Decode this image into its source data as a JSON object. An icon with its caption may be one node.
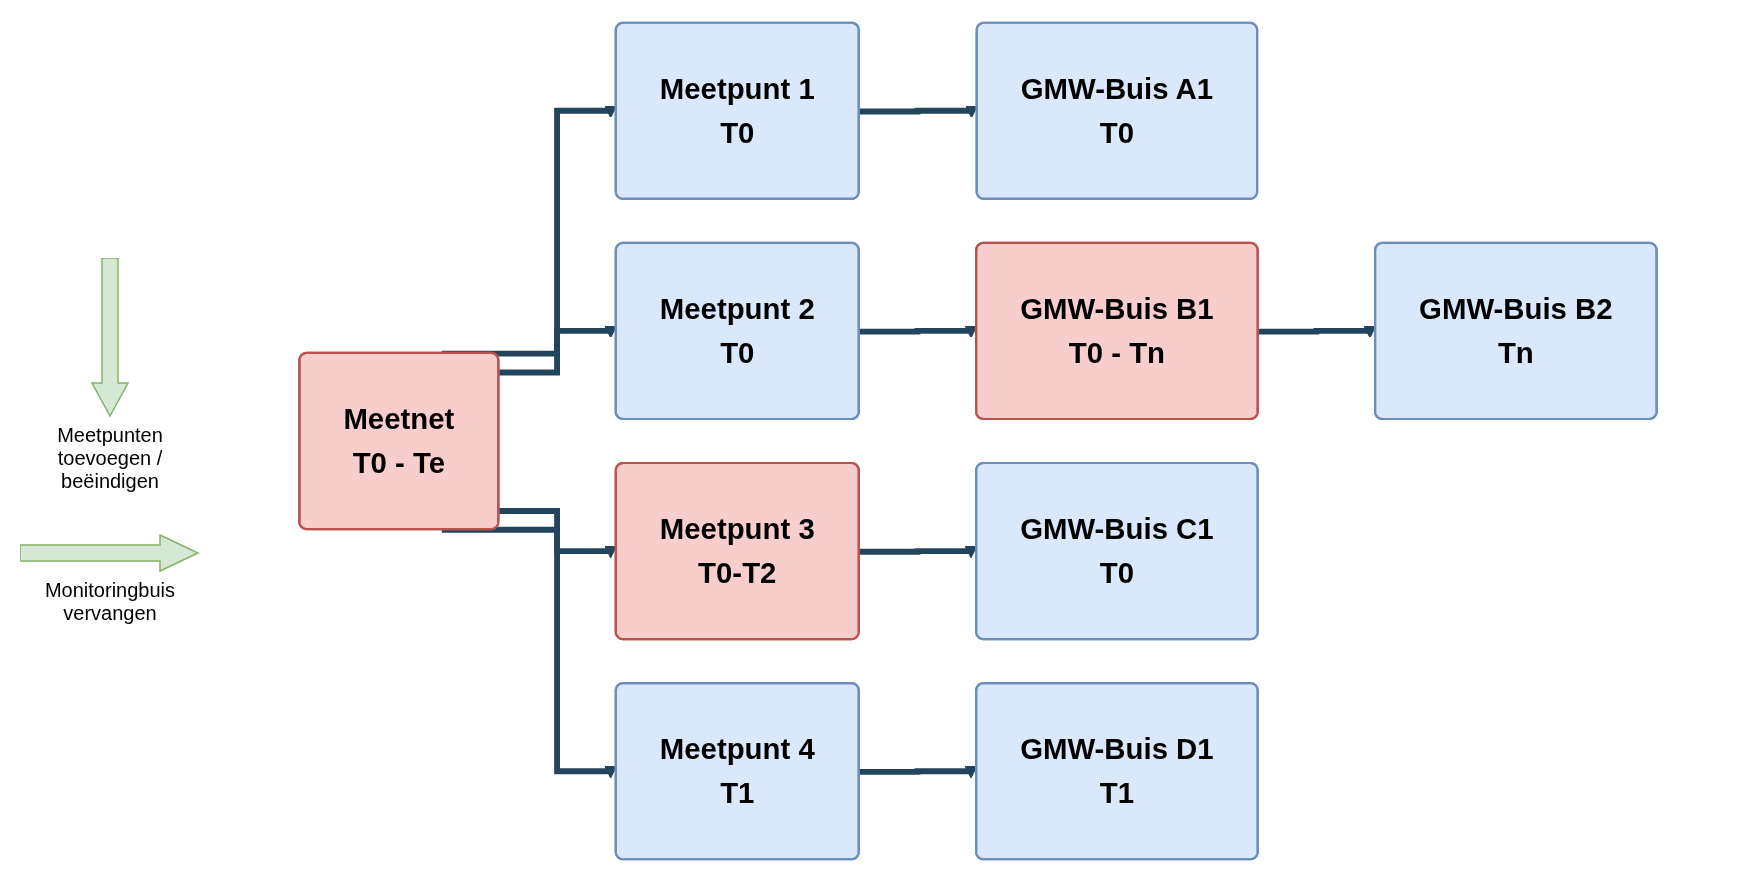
{
  "diagram": {
    "nodes": [
      {
        "text": [
          "Meetnet",
          "T0 - Te"
        ]
      },
      {
        "text": [
          "Meetpunt 1",
          "T0"
        ]
      },
      {
        "text": [
          "GMW-Buis A1",
          "T0"
        ]
      },
      {
        "text": [
          "Meetpunt 2",
          "T0"
        ]
      },
      {
        "text": [
          "GMW-Buis B1",
          "T0 - Tn"
        ]
      },
      {
        "text": [
          "GMW-Buis B2",
          "Tn"
        ]
      },
      {
        "text": [
          "Meetpunt 3",
          "T0-T2"
        ]
      },
      {
        "text": [
          "GMW-Buis C1",
          "T0"
        ]
      },
      {
        "text": [
          "Meetpunt 4",
          "T1"
        ]
      },
      {
        "text": [
          "GMW-Buis D1",
          "T1"
        ]
      }
    ],
    "edges": [
      {
        "from": 0,
        "to": 1,
        "arrow": "to"
      },
      {
        "from": 0,
        "to": 3,
        "arrow": "to"
      },
      {
        "from": 0,
        "to": 6,
        "arrow": "to"
      },
      {
        "from": 0,
        "to": 8,
        "arrow": "to"
      },
      {
        "from": 1,
        "to": 2,
        "arrow": "to"
      },
      {
        "from": 3,
        "to": 4,
        "arrow": "to"
      },
      {
        "from": 4,
        "to": 5,
        "arrow": "to"
      },
      {
        "from": 6,
        "to": 7,
        "arrow": "to"
      },
      {
        "from": 8,
        "to": 9,
        "arrow": "to"
      }
    ],
    "labels": [
      "Meetpunten toevoegen / beëindigen",
      "Monitoringbuis vervangen"
    ]
  }
}
